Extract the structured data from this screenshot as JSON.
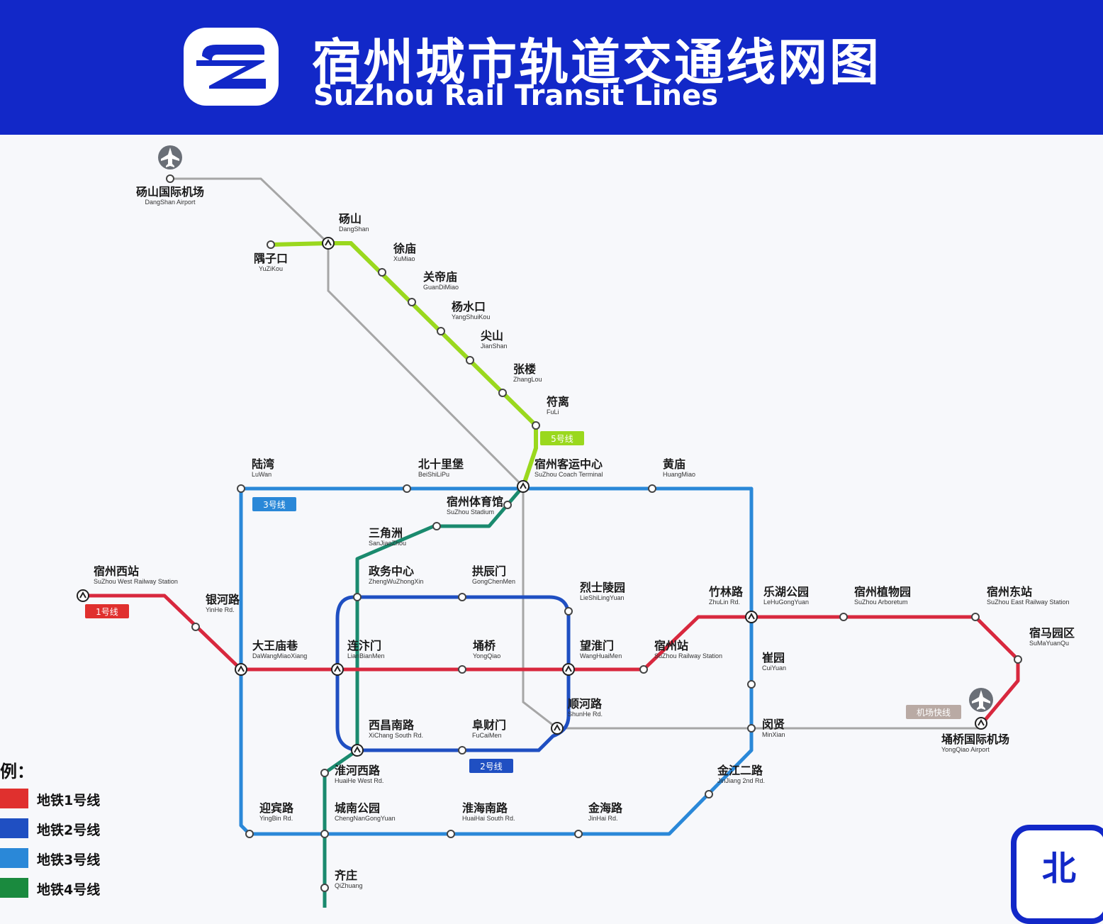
{
  "header": {
    "title_cn": "宿州城市轨道交通线网图",
    "title_en": "SuZhou Rail Transit Lines"
  },
  "colors": {
    "header_bg": "#1228c8",
    "line1": "#d8283e",
    "line2": "#1f4fc2",
    "line3": "#2a88d8",
    "line4": "#1a8a6e",
    "line5": "#9ad81e",
    "airport_line": "#a6a6a6"
  },
  "badges": {
    "line1": "1号线",
    "line2": "2号线",
    "line3": "3号线",
    "line5": "5号线",
    "airport_express": "机场快线"
  },
  "stations": [
    {
      "id": "dangshan_airport",
      "cn": "砀山国际机场",
      "en": "DangShan Airport"
    },
    {
      "id": "dangshan",
      "cn": "砀山",
      "en": "DangShan"
    },
    {
      "id": "yuzikou",
      "cn": "隅子口",
      "en": "YuZiKou"
    },
    {
      "id": "xumiao",
      "cn": "徐庙",
      "en": "XuMiao"
    },
    {
      "id": "guandimiao",
      "cn": "关帝庙",
      "en": "GuanDiMiao"
    },
    {
      "id": "yangshuikou",
      "cn": "杨水口",
      "en": "YangShuiKou"
    },
    {
      "id": "jianshan",
      "cn": "尖山",
      "en": "JianShan"
    },
    {
      "id": "zhanglou",
      "cn": "张楼",
      "en": "ZhangLou"
    },
    {
      "id": "fuli",
      "cn": "符离",
      "en": "FuLi"
    },
    {
      "id": "luwan",
      "cn": "陆湾",
      "en": "LuWan"
    },
    {
      "id": "beishilipu",
      "cn": "北十里堡",
      "en": "BeiShiLiPu"
    },
    {
      "id": "coach",
      "cn": "宿州客运中心",
      "en": "SuZhou Coach Terminal"
    },
    {
      "id": "huangmiao",
      "cn": "黄庙",
      "en": "HuangMiao"
    },
    {
      "id": "stadium",
      "cn": "宿州体育馆",
      "en": "SuZhou Stadium"
    },
    {
      "id": "sanjiaozhou",
      "cn": "三角洲",
      "en": "SanJiaoZhou"
    },
    {
      "id": "west_station",
      "cn": "宿州西站",
      "en": "SuZhou West Railway Station"
    },
    {
      "id": "yinhelu",
      "cn": "银河路",
      "en": "YinHe Rd."
    },
    {
      "id": "zhengwu",
      "cn": "政务中心",
      "en": "ZhengWuZhongXin"
    },
    {
      "id": "gongchenmen",
      "cn": "拱辰门",
      "en": "GongChenMen"
    },
    {
      "id": "lieshi",
      "cn": "烈士陵园",
      "en": "LieShiLingYuan"
    },
    {
      "id": "zhulinlu",
      "cn": "竹林路",
      "en": "ZhuLin Rd."
    },
    {
      "id": "lehu",
      "cn": "乐湖公园",
      "en": "LeHuGongYuan"
    },
    {
      "id": "arboretum",
      "cn": "宿州植物园",
      "en": "SuZhou Arboretum"
    },
    {
      "id": "east_station",
      "cn": "宿州东站",
      "en": "SuZhou East Railway Station"
    },
    {
      "id": "dawang",
      "cn": "大王庙巷",
      "en": "DaWangMiaoXiang"
    },
    {
      "id": "lianbianmen",
      "cn": "连汴门",
      "en": "LianBianMen"
    },
    {
      "id": "yongqiao",
      "cn": "埇桥",
      "en": "YongQiao"
    },
    {
      "id": "wanghuaimen",
      "cn": "望淮门",
      "en": "WangHuaiMen"
    },
    {
      "id": "railway",
      "cn": "宿州站",
      "en": "SuZhou Railway Station"
    },
    {
      "id": "cuiyuan",
      "cn": "崔园",
      "en": "CuiYuan"
    },
    {
      "id": "mayuanqu",
      "cn": "宿马园区",
      "en": "SuMaYuanQu"
    },
    {
      "id": "shunhelu",
      "cn": "顺河路",
      "en": "ShunHe Rd."
    },
    {
      "id": "minxian",
      "cn": "闵贤",
      "en": "MinXian"
    },
    {
      "id": "yq_airport",
      "cn": "埇桥国际机场",
      "en": "YongQiao Airport"
    },
    {
      "id": "xichang",
      "cn": "西昌南路",
      "en": "XiChang South Rd."
    },
    {
      "id": "fucaimen",
      "cn": "阜财门",
      "en": "FuCaiMen"
    },
    {
      "id": "huaihe",
      "cn": "淮河西路",
      "en": "HuaiHe West Rd."
    },
    {
      "id": "jinjiang",
      "cn": "金江二路",
      "en": "JinJiang 2nd Rd."
    },
    {
      "id": "yingbin",
      "cn": "迎宾路",
      "en": "YingBin Rd."
    },
    {
      "id": "chengnan",
      "cn": "城南公园",
      "en": "ChengNanGongYuan"
    },
    {
      "id": "huaihai",
      "cn": "淮海南路",
      "en": "HuaiHai South Rd."
    },
    {
      "id": "jinhai",
      "cn": "金海路",
      "en": "JinHai Rd."
    },
    {
      "id": "qizhuang",
      "cn": "齐庄",
      "en": "QiZhuang"
    }
  ],
  "legend": {
    "title": "例：",
    "items": [
      {
        "label": "地铁1号线",
        "color": "#e0302e"
      },
      {
        "label": "地铁2号线",
        "color": "#1f4fc2"
      },
      {
        "label": "地铁3号线",
        "color": "#2a88d8"
      },
      {
        "label": "地铁4号线",
        "color": "#1a8a3e"
      }
    ]
  },
  "compass": {
    "label": "北"
  }
}
